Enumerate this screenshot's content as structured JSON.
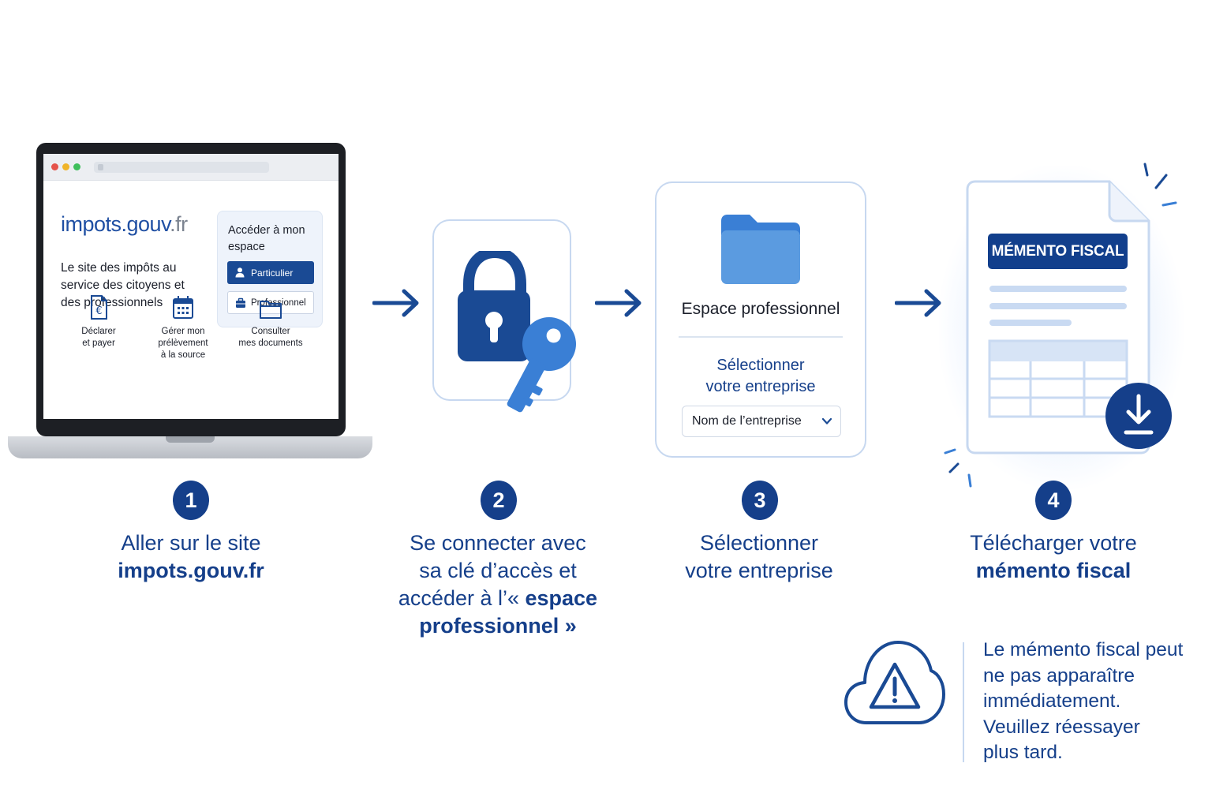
{
  "laptop": {
    "site_name": "impots.gouv",
    "site_tld": ".fr",
    "tagline": "Le site des impôts au service des citoyens et des professionnels",
    "access_title": "Accéder à mon espace",
    "btn_particulier": "Particulier",
    "btn_professionnel": "Professionnel",
    "services": [
      {
        "label": "Déclarer\net payer",
        "icon": "declare-icon"
      },
      {
        "label": "Gérer mon\nprélèvement\nà la source",
        "icon": "calendar-icon"
      },
      {
        "label": "Consulter\nmes documents",
        "icon": "folder-icon"
      }
    ]
  },
  "espace": {
    "title": "Espace professionnel",
    "select_label": "Sélectionner\nvotre entreprise",
    "select_value": "Nom de l’entreprise"
  },
  "document": {
    "badge": "MÉMENTO FISCAL"
  },
  "steps": [
    {
      "number": "1",
      "line1": "Aller sur le site",
      "bold": "impots.gouv.fr"
    },
    {
      "number": "2",
      "line1": "Se connecter avec",
      "line2": "sa clé d’accès et",
      "line3_pre": "accéder à l’« ",
      "line3_bold": "espace",
      "line4_bold": "professionnel »"
    },
    {
      "number": "3",
      "line1": "Sélectionner",
      "line2": "votre entreprise"
    },
    {
      "number": "4",
      "line1": "Télécharger votre",
      "bold": "mémento fiscal"
    }
  ],
  "warning": {
    "text": "Le mémento fiscal peut\nne pas apparaître\nimmédiatement.\nVeuillez réessayer\nplus tard."
  },
  "colors": {
    "primary_dark": "#153f8a",
    "primary_mid": "#1a4a94",
    "accent_light": "#5b9be0",
    "border_light": "#c7d8f0"
  }
}
